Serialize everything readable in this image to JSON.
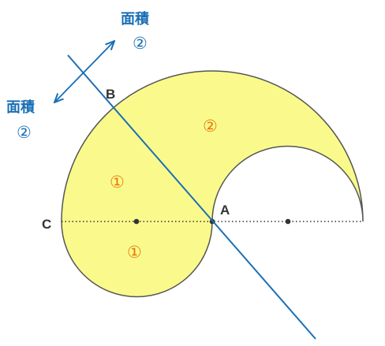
{
  "points": {
    "a": "A",
    "b": "B",
    "c": "C"
  },
  "regions": {
    "one_upper": "①",
    "one_lower": "①",
    "two": "②"
  },
  "annotations": {
    "top": {
      "label": "面積",
      "number": "②"
    },
    "left": {
      "label": "面積",
      "number": "②"
    }
  },
  "colors": {
    "fill": "#fafa8c",
    "outline": "#555555",
    "line": "#1a6fb5",
    "region_text": "#e8780c",
    "point_text": "#333333"
  }
}
